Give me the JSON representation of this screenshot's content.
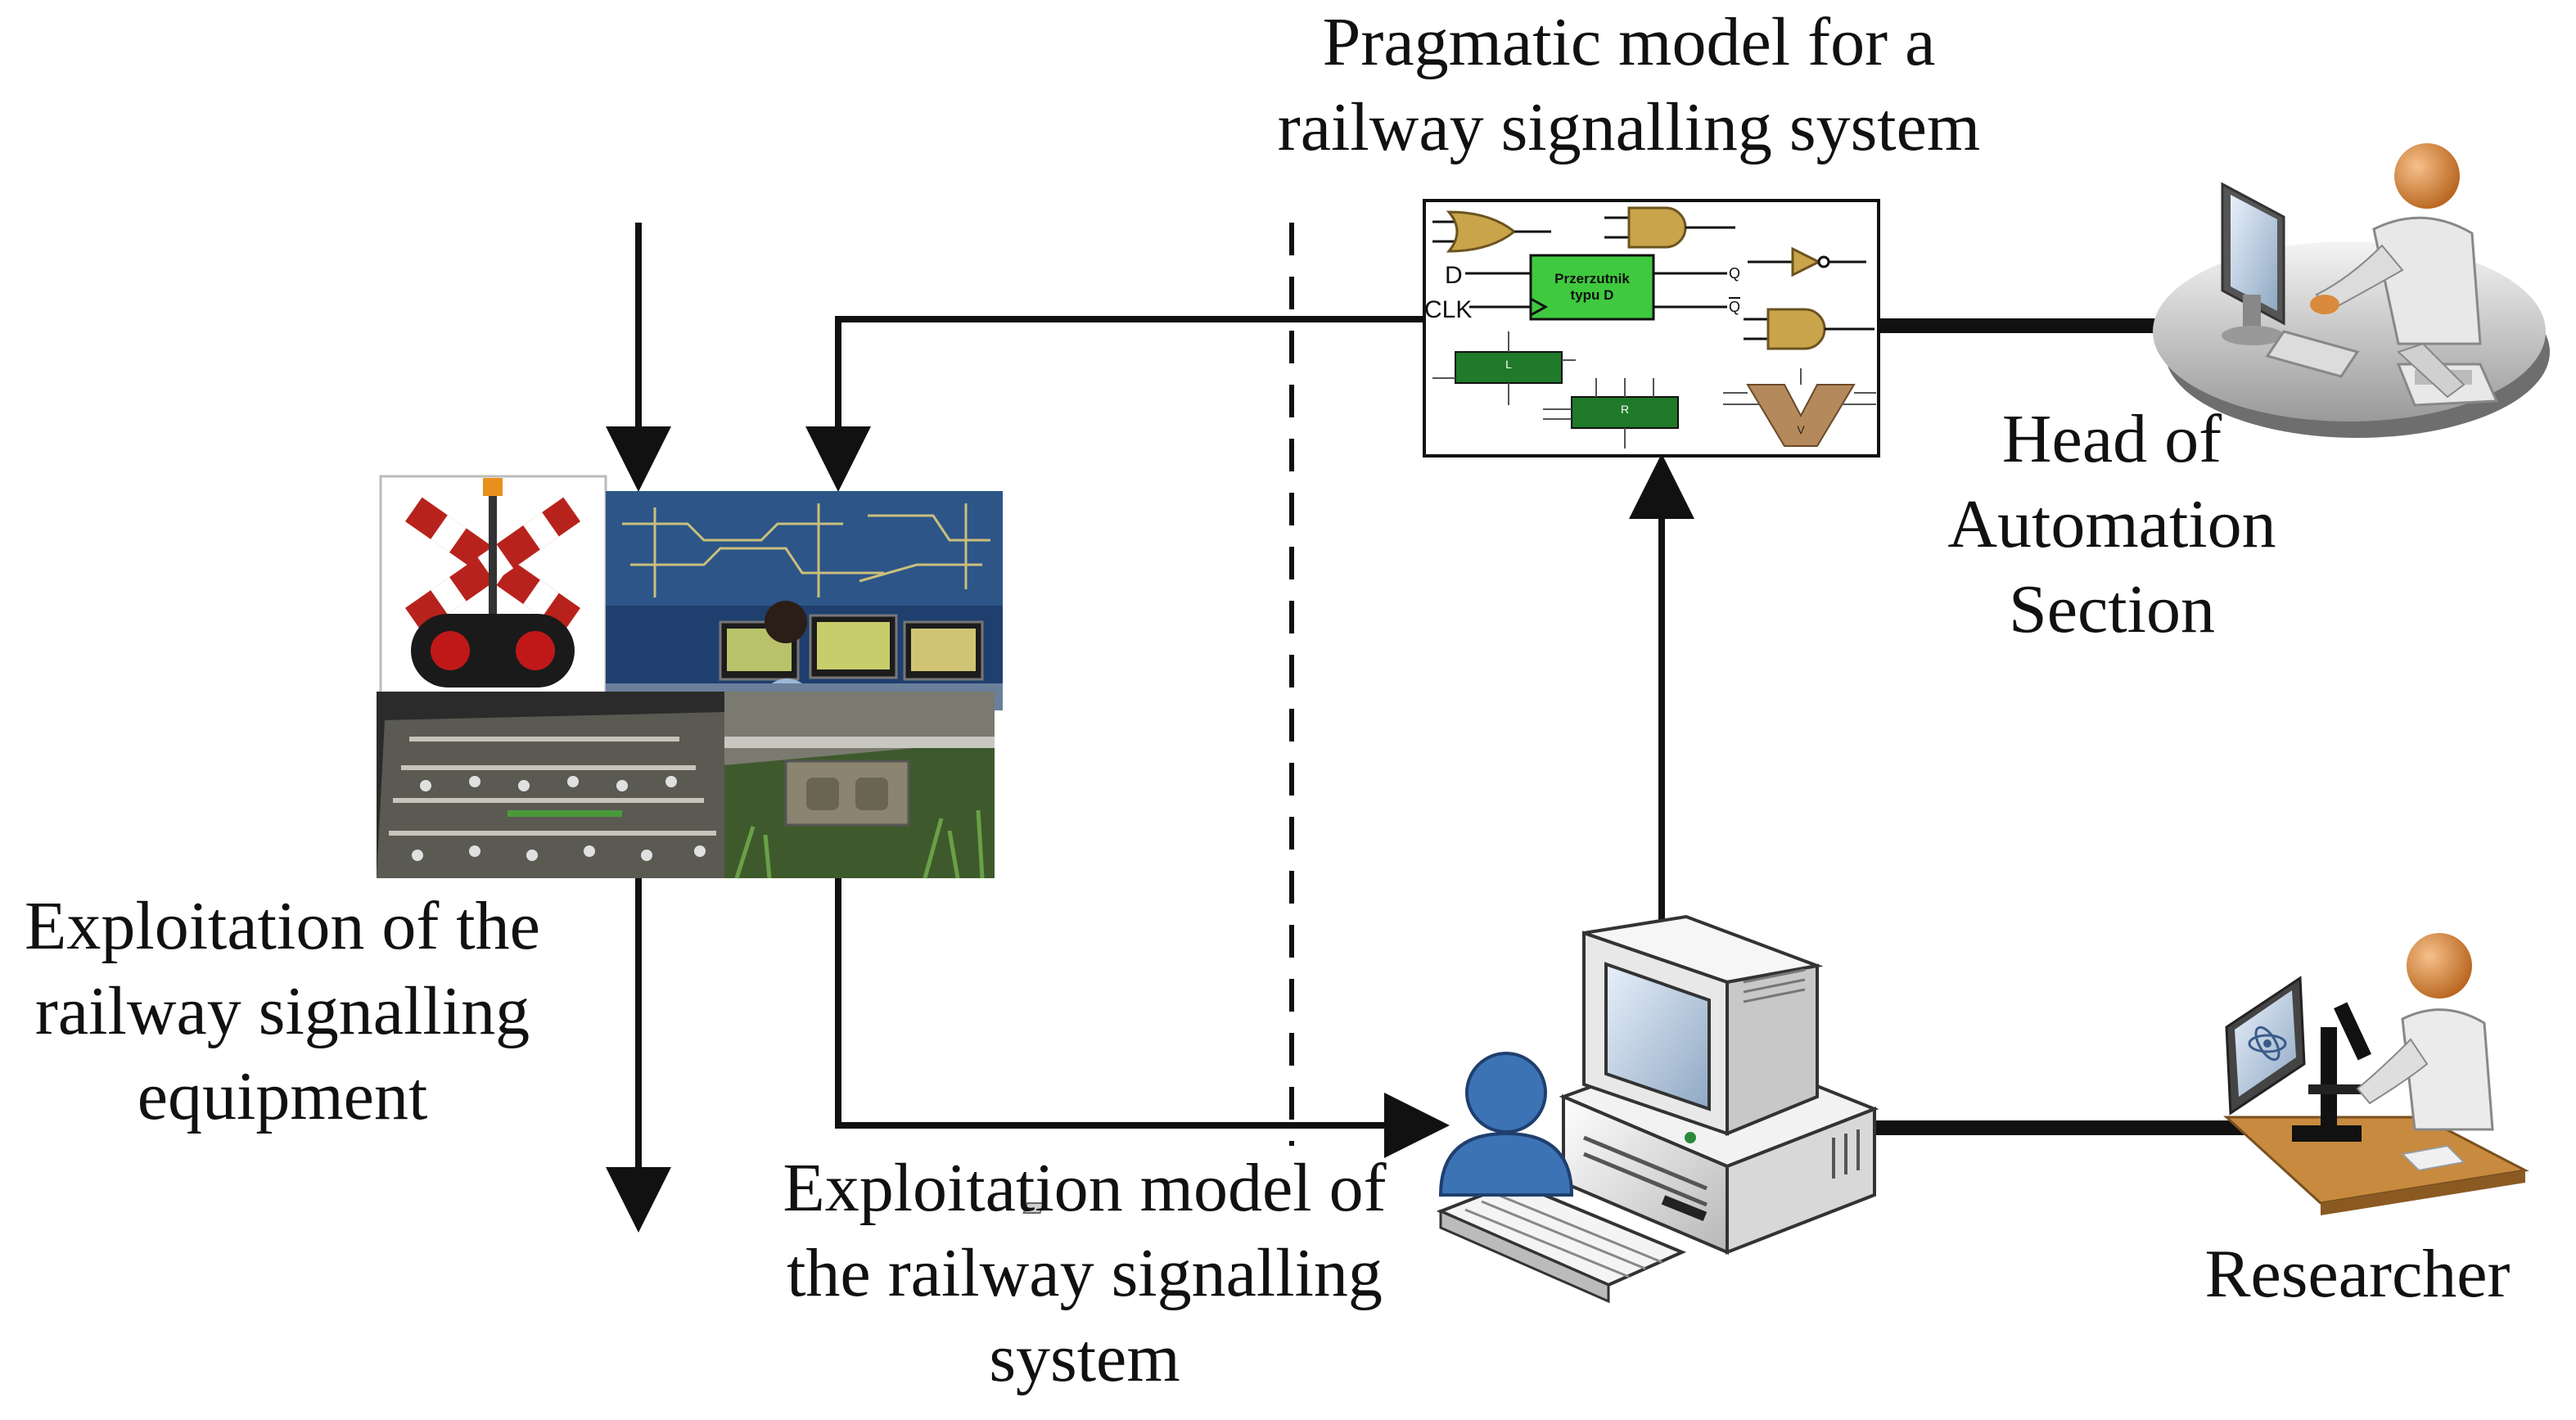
{
  "labels": {
    "pragmatic_model": [
      "Pragmatic model for a",
      "railway signalling system"
    ],
    "exploitation_equipment": [
      "Exploitation of the",
      "railway signalling",
      "equipment"
    ],
    "exploitation_model": [
      "Exploitation model of",
      "the railway signalling",
      "system"
    ],
    "head_of_automation": [
      "Head of",
      "Automation",
      "Section"
    ],
    "researcher": [
      "Researcher"
    ]
  },
  "circuit": {
    "input_d": "D",
    "input_clk": "CLK",
    "output_q": "Q",
    "output_qn": "Q",
    "flipflop_line1": "Przerzutnik",
    "flipflop_line2": "typu D",
    "block_l": "L",
    "block_r": "R",
    "block_v": "V"
  },
  "colors": {
    "arrow": "#111111",
    "gate_gold": "#c9a44a",
    "flipflop_green": "#3fc93f",
    "block_green": "#1f7a2a",
    "person_blue": "#3c73b4",
    "avatar_orange": "#d9883c"
  }
}
